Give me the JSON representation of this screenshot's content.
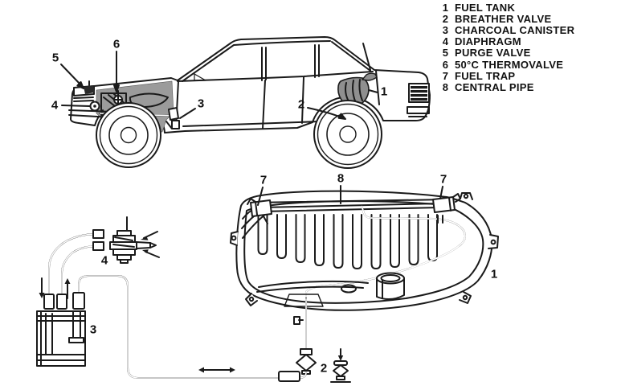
{
  "legend": {
    "items": [
      {
        "num": "1",
        "label": "FUEL TANK"
      },
      {
        "num": "2",
        "label": "BREATHER VALVE"
      },
      {
        "num": "3",
        "label": "CHARCOAL CANISTER"
      },
      {
        "num": "4",
        "label": "DIAPHRAGM"
      },
      {
        "num": "5",
        "label": "PURGE VALVE"
      },
      {
        "num": "6",
        "label": "50°C THERMOVALVE"
      },
      {
        "num": "7",
        "label": "FUEL TRAP"
      },
      {
        "num": "8",
        "label": "CENTRAL PIPE"
      }
    ]
  },
  "car_view": {
    "callouts": {
      "purge_valve": "5",
      "thermovalve": "6",
      "diaphragm": "4",
      "charcoal_canister": "3",
      "breather_valve": "2",
      "fuel_tank": "1"
    }
  },
  "system_view": {
    "callouts": {
      "fuel_trap_left": "7",
      "central_pipe": "8",
      "fuel_trap_right": "7",
      "fuel_tank": "1",
      "diaphragm": "4",
      "charcoal_canister": "3",
      "breather_valve": "2"
    }
  }
}
